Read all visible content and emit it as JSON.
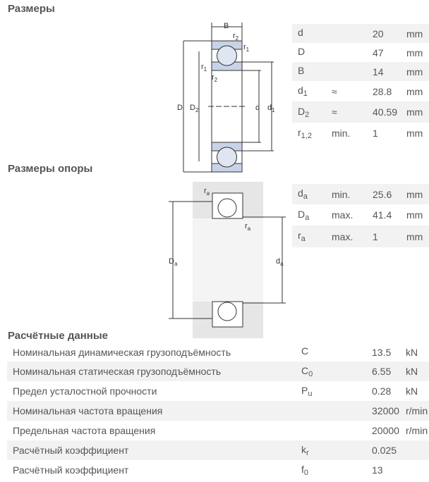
{
  "sections": {
    "dimensions": "Размеры",
    "abutment": "Размеры опоры",
    "calc": "Расчётные данные"
  },
  "dimensions": [
    {
      "sym": "d",
      "sub": "",
      "q": "",
      "val": "20",
      "unit": "mm"
    },
    {
      "sym": "D",
      "sub": "",
      "q": "",
      "val": "47",
      "unit": "mm"
    },
    {
      "sym": "B",
      "sub": "",
      "q": "",
      "val": "14",
      "unit": "mm"
    },
    {
      "sym": "d",
      "sub": "1",
      "q": "≈",
      "val": "28.8",
      "unit": "mm"
    },
    {
      "sym": "D",
      "sub": "2",
      "q": "≈",
      "val": "40.59",
      "unit": "mm"
    },
    {
      "sym": "r",
      "sub": "1,2",
      "q": "min.",
      "val": "1",
      "unit": "mm"
    }
  ],
  "abutment": [
    {
      "sym": "d",
      "sub": "a",
      "q": "min.",
      "val": "25.6",
      "unit": "mm"
    },
    {
      "sym": "D",
      "sub": "a",
      "q": "max.",
      "val": "41.4",
      "unit": "mm"
    },
    {
      "sym": "r",
      "sub": "a",
      "q": "max.",
      "val": "1",
      "unit": "mm"
    }
  ],
  "calc": [
    {
      "label": "Номинальная динамическая грузоподъёмность",
      "sym": "C",
      "sub": "",
      "val": "13.5",
      "unit": "kN"
    },
    {
      "label": "Номинальная статическая грузоподъёмность",
      "sym": "C",
      "sub": "0",
      "val": "6.55",
      "unit": "kN"
    },
    {
      "label": "Предел усталостной прочности",
      "sym": "P",
      "sub": "u",
      "val": "0.28",
      "unit": "kN"
    },
    {
      "label": "Номинальная частота вращения",
      "sym": "",
      "sub": "",
      "val": "32000",
      "unit": "r/min"
    },
    {
      "label": "Предельная частота вращения",
      "sym": "",
      "sub": "",
      "val": "20000",
      "unit": "r/min"
    },
    {
      "label": "Расчётный коэффициент",
      "sym": "k",
      "sub": "r",
      "val": "0.025",
      "unit": ""
    },
    {
      "label": "Расчётный коэффициент",
      "sym": "f",
      "sub": "0",
      "val": "13",
      "unit": ""
    }
  ],
  "diagram1": {
    "B": "B",
    "r1": "r",
    "r1sub": "1",
    "r2": "r",
    "r2sub": "2",
    "D": "D",
    "D2": "D",
    "D2sub": "2",
    "d": "d",
    "d1": "d",
    "d1sub": "1"
  },
  "diagram2": {
    "ra": "r",
    "rasub": "a",
    "Da": "D",
    "Dasub": "a",
    "da": "d",
    "dasub": "a"
  }
}
